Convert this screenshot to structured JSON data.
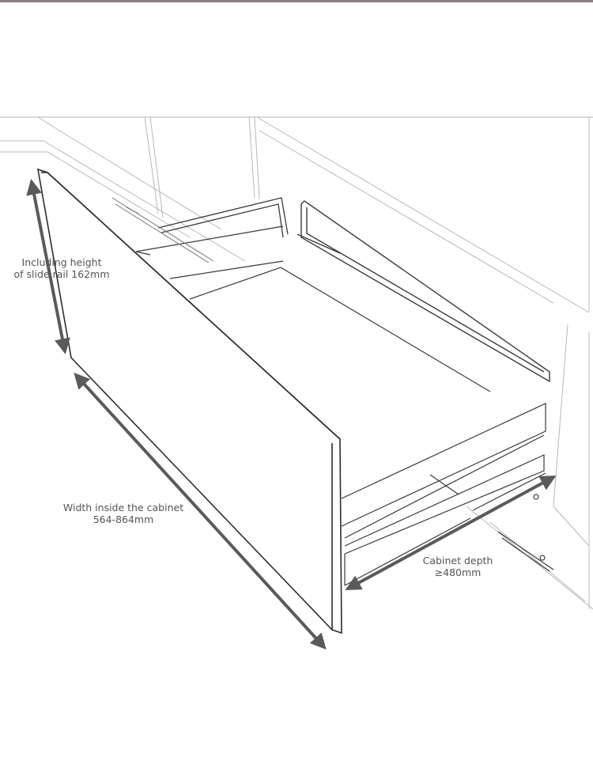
{
  "annotations": {
    "height": {
      "line1": "Including height",
      "line2": "of slide rail 162mm"
    },
    "width": {
      "line1": "Width inside the cabinet",
      "line2": "564-864mm"
    },
    "depth": {
      "line1": "Cabinet depth",
      "line2": "≥480mm"
    }
  },
  "colors": {
    "sketch": "#3a3a3a",
    "faint": "#b8b8b8",
    "arrow": "#5a5a5a",
    "label": "#555555",
    "top_rule": "#8a7f85"
  }
}
